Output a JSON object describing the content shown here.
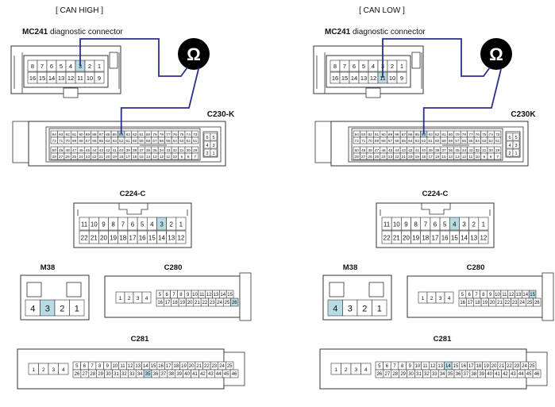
{
  "panels": [
    {
      "id": "left",
      "heading": "[ CAN HIGH ]",
      "diag_label_bold": "MC241",
      "diag_label_rest": " diagnostic connector",
      "diag_top_pins": [
        "8",
        "7",
        "6",
        "5",
        "4",
        "3",
        "2",
        "1"
      ],
      "diag_bottom_pins": [
        "16",
        "15",
        "14",
        "13",
        "12",
        "11",
        "10",
        "9"
      ],
      "diag_highlight": "3",
      "ecu_label": "C230-K",
      "ecu_small_pins": [
        "6",
        "5",
        "4",
        "3",
        "2",
        "1"
      ],
      "ecu_row1": [
        "94",
        "93",
        "92",
        "91",
        "90",
        "89",
        "88",
        "87",
        "86",
        "85",
        "84",
        "83",
        "82",
        "81",
        "80",
        "79",
        "78",
        "77",
        "76",
        "75",
        "74",
        "73"
      ],
      "ecu_row2": [
        "72",
        "71",
        "70",
        "69",
        "68",
        "67",
        "66",
        "65",
        "64",
        "63",
        "62",
        "61",
        "60",
        "59",
        "58",
        "57",
        "56",
        "55",
        "54",
        "53",
        "52",
        "51"
      ],
      "ecu_row3": [
        "50",
        "49",
        "48",
        "47",
        "46",
        "45",
        "44",
        "43",
        "42",
        "41",
        "40",
        "39",
        "38",
        "37",
        "36",
        "35",
        "34",
        "33",
        "32",
        "31",
        "30",
        "29"
      ],
      "ecu_row4": [
        "28",
        "27",
        "26",
        "25",
        "24",
        "23",
        "22",
        "21",
        "20",
        "19",
        "18",
        "17",
        "16",
        "15",
        "14",
        "13",
        "12",
        "11",
        "10",
        "9",
        "8",
        "7"
      ],
      "ecu_highlight": "84",
      "c224_label": "C224-C",
      "c224_top": [
        "11",
        "10",
        "9",
        "8",
        "7",
        "6",
        "5",
        "4",
        "3",
        "2",
        "1"
      ],
      "c224_bottom": [
        "22",
        "21",
        "20",
        "19",
        "18",
        "17",
        "16",
        "15",
        "14",
        "13",
        "12"
      ],
      "c224_highlight": "3",
      "m38_label": "M38",
      "m38_pins": [
        "4",
        "3",
        "2",
        "1"
      ],
      "m38_highlight": "3",
      "c280_label": "C280",
      "c280_left": [
        "1",
        "2",
        "3",
        "4"
      ],
      "c280_top": [
        "5",
        "6",
        "7",
        "8",
        "9",
        "10",
        "11",
        "12",
        "13",
        "14",
        "15"
      ],
      "c280_bottom": [
        "16",
        "17",
        "18",
        "19",
        "20",
        "21",
        "22",
        "23",
        "24",
        "25",
        "26"
      ],
      "c280_highlight": "26",
      "c281_label": "C281",
      "c281_left": [
        "1",
        "2",
        "3",
        "4"
      ],
      "c281_top": [
        "5",
        "6",
        "7",
        "8",
        "9",
        "10",
        "11",
        "12",
        "13",
        "14",
        "15",
        "16",
        "17",
        "18",
        "19",
        "20",
        "21",
        "22",
        "23",
        "24",
        "25"
      ],
      "c281_bottom": [
        "26",
        "27",
        "28",
        "29",
        "30",
        "31",
        "32",
        "33",
        "34",
        "35",
        "36",
        "37",
        "38",
        "39",
        "40",
        "41",
        "42",
        "43",
        "44",
        "45",
        "46"
      ],
      "c281_highlight": "35",
      "meter_symbol": "Ω"
    },
    {
      "id": "right",
      "heading": "[ CAN LOW ]",
      "diag_label_bold": "MC241",
      "diag_label_rest": " diagnostic connector",
      "diag_top_pins": [
        "8",
        "7",
        "6",
        "5",
        "4",
        "3",
        "2",
        "1"
      ],
      "diag_bottom_pins": [
        "16",
        "15",
        "14",
        "13",
        "12",
        "11",
        "10",
        "9"
      ],
      "diag_highlight": "11",
      "ecu_label": "C230K",
      "ecu_small_pins": [
        "6",
        "5",
        "4",
        "3",
        "2",
        "1"
      ],
      "ecu_row1": [
        "94",
        "93",
        "92",
        "91",
        "90",
        "89",
        "88",
        "87",
        "86",
        "85",
        "84",
        "83",
        "82",
        "81",
        "80",
        "79",
        "78",
        "77",
        "76",
        "75",
        "74",
        "73"
      ],
      "ecu_row2": [
        "72",
        "71",
        "70",
        "69",
        "68",
        "67",
        "66",
        "65",
        "64",
        "63",
        "62",
        "61",
        "60",
        "59",
        "58",
        "57",
        "56",
        "55",
        "54",
        "53",
        "52",
        "51"
      ],
      "ecu_row3": [
        "50",
        "49",
        "48",
        "47",
        "46",
        "45",
        "44",
        "43",
        "42",
        "41",
        "40",
        "39",
        "38",
        "37",
        "36",
        "35",
        "34",
        "33",
        "32",
        "31",
        "30",
        "29"
      ],
      "ecu_row4": [
        "28",
        "27",
        "26",
        "25",
        "24",
        "23",
        "22",
        "21",
        "20",
        "19",
        "18",
        "17",
        "16",
        "15",
        "14",
        "13",
        "12",
        "11",
        "10",
        "9",
        "8",
        "7"
      ],
      "ecu_highlight": "84",
      "c224_label": "C224-C",
      "c224_top": [
        "11",
        "10",
        "9",
        "8",
        "7",
        "6",
        "5",
        "4",
        "3",
        "2",
        "1"
      ],
      "c224_bottom": [
        "22",
        "21",
        "20",
        "19",
        "18",
        "17",
        "16",
        "15",
        "14",
        "13",
        "12"
      ],
      "c224_highlight": "4",
      "m38_label": "M38",
      "m38_pins": [
        "4",
        "3",
        "2",
        "1"
      ],
      "m38_highlight": "4",
      "c280_label": "C280",
      "c280_left": [
        "1",
        "2",
        "3",
        "4"
      ],
      "c280_top": [
        "5",
        "6",
        "7",
        "8",
        "9",
        "10",
        "11",
        "12",
        "13",
        "14",
        "15"
      ],
      "c280_bottom": [
        "16",
        "17",
        "18",
        "19",
        "20",
        "21",
        "22",
        "23",
        "24",
        "25",
        "26"
      ],
      "c280_highlight": "15",
      "c281_label": "C281",
      "c281_left": [
        "1",
        "2",
        "3",
        "4"
      ],
      "c281_top": [
        "5",
        "6",
        "7",
        "8",
        "9",
        "10",
        "11",
        "12",
        "13",
        "14",
        "15",
        "16",
        "17",
        "18",
        "19",
        "20",
        "21",
        "22",
        "23",
        "24",
        "25"
      ],
      "c281_bottom": [
        "26",
        "27",
        "28",
        "29",
        "30",
        "31",
        "32",
        "33",
        "34",
        "35",
        "36",
        "37",
        "38",
        "39",
        "40",
        "41",
        "42",
        "43",
        "44",
        "45",
        "46"
      ],
      "c281_highlight": "14",
      "meter_symbol": "Ω"
    }
  ],
  "colors": {
    "highlight": "#b9dbe3",
    "wire": "#2b2f8f",
    "line": "#333333",
    "meter": "#000000"
  }
}
